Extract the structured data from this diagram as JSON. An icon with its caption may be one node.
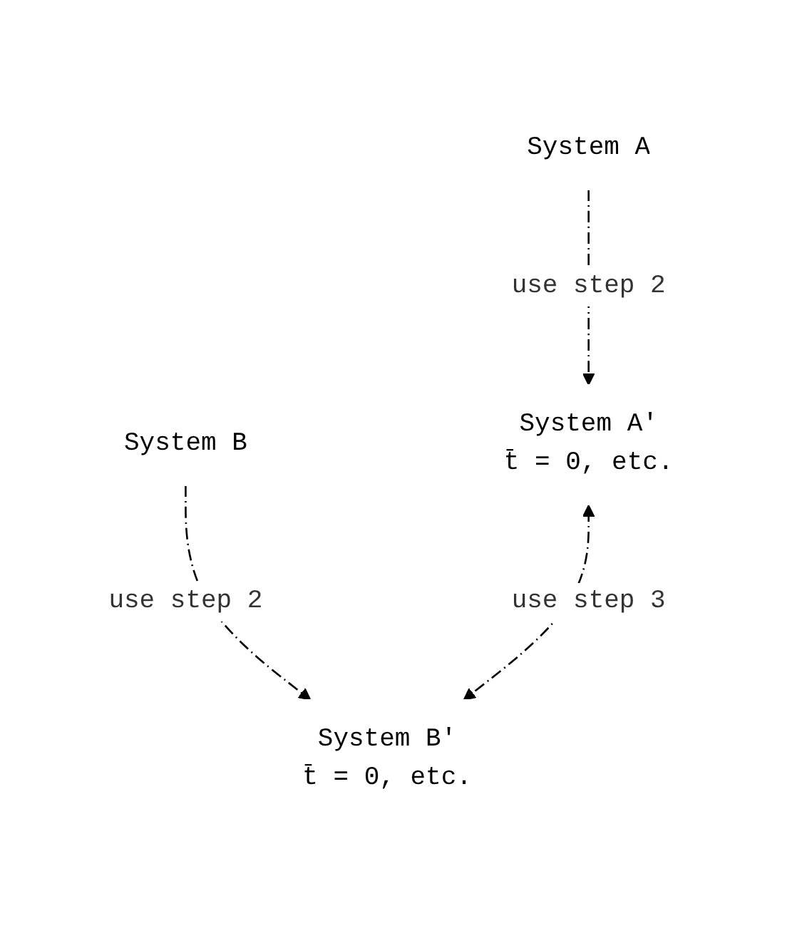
{
  "diagram": {
    "nodes": [
      {
        "text": [
          "System A"
        ]
      },
      {
        "text": [
          "System B"
        ]
      },
      {
        "text": [
          "System A′",
          "t̄ = 0, etc."
        ]
      },
      {
        "text": [
          "System B′",
          "t̄ = 0, etc."
        ]
      }
    ],
    "edges": [
      {
        "from": 0,
        "to": 2,
        "arrow": "to",
        "label": "use step 2",
        "style": "dashed"
      },
      {
        "from": 1,
        "to": 3,
        "arrow": "to",
        "label": "use step 2",
        "style": "dashed"
      },
      {
        "from": 2,
        "to": 3,
        "arrow": "both",
        "label": "use step 3",
        "style": "dashed"
      }
    ]
  }
}
